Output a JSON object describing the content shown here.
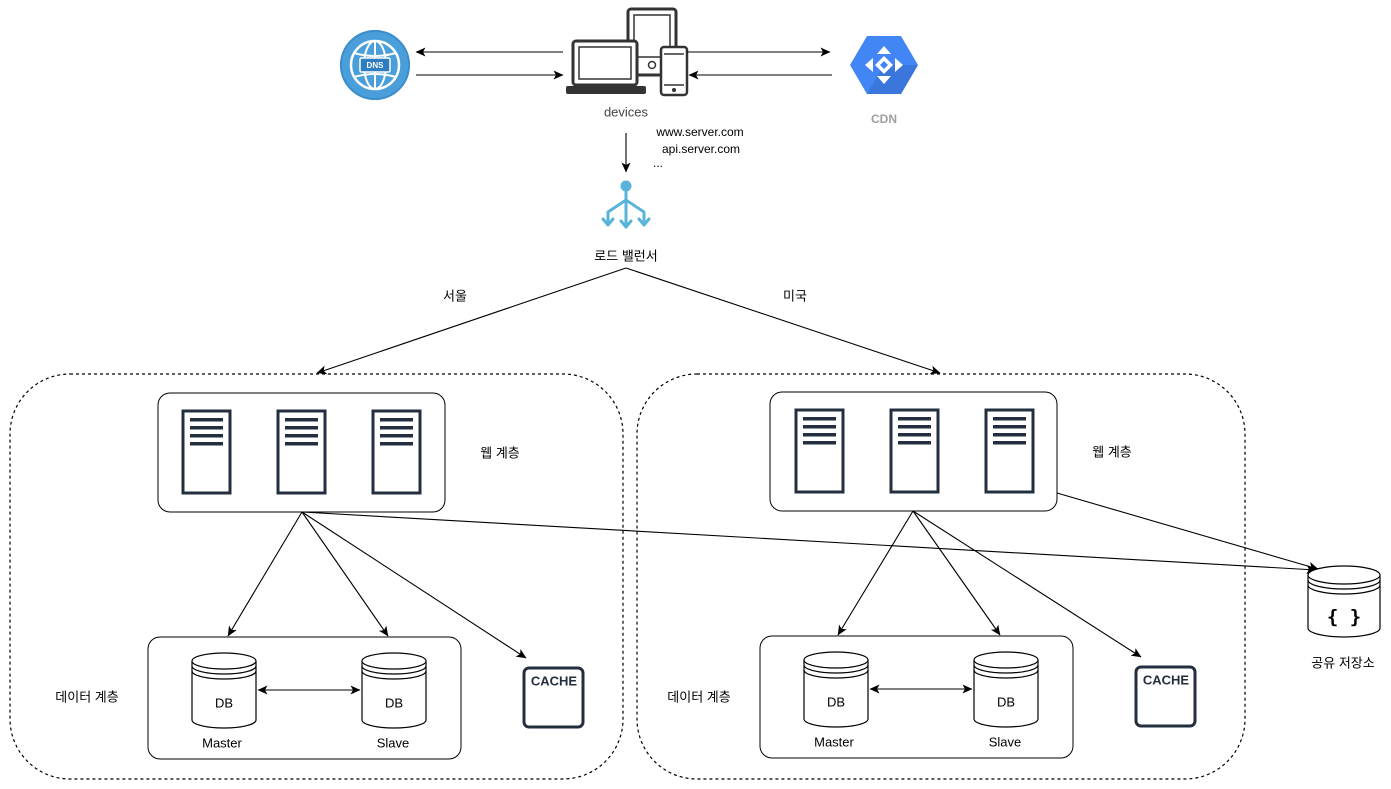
{
  "dns": {
    "badge": "DNS"
  },
  "devices": {
    "label": "devices"
  },
  "cdn": {
    "label": "CDN"
  },
  "hosts": [
    "www.server.com",
    "api.server.com",
    "..."
  ],
  "load_balancer": {
    "label": "로드 밸런서"
  },
  "regions": [
    {
      "name": "서울",
      "web_tier": {
        "label": "웹 계층"
      },
      "data_tier": {
        "label": "데이터 계층",
        "master": {
          "icon_text": "DB",
          "label": "Master"
        },
        "slave": {
          "icon_text": "DB",
          "label": "Slave"
        }
      },
      "cache": {
        "label": "CACHE"
      }
    },
    {
      "name": "미국",
      "web_tier": {
        "label": "웹 계층"
      },
      "data_tier": {
        "label": "데이터 계층",
        "master": {
          "icon_text": "DB",
          "label": "Master"
        },
        "slave": {
          "icon_text": "DB",
          "label": "Slave"
        }
      },
      "cache": {
        "label": "CACHE"
      }
    }
  ],
  "shared_storage": {
    "icon_text": "{ }",
    "label": "공유 저장소"
  },
  "colors": {
    "dns_blue": "#4A9FDA",
    "cdn_blue": "#4285F4",
    "cdn_blue_dark": "#3A76DB",
    "cdn_label": "#9E9E9E",
    "load_balancer_blue": "#59B4D9",
    "server_stroke": "#232F3E"
  },
  "icons": {
    "dns": "dns-globe-icon",
    "devices": "devices-icon",
    "cdn": "cdn-icon",
    "load_balancer": "load-balancer-icon",
    "web_server": "server-icon",
    "database": "database-icon",
    "cache": "cache-icon",
    "shared_storage": "shared-storage-icon"
  }
}
